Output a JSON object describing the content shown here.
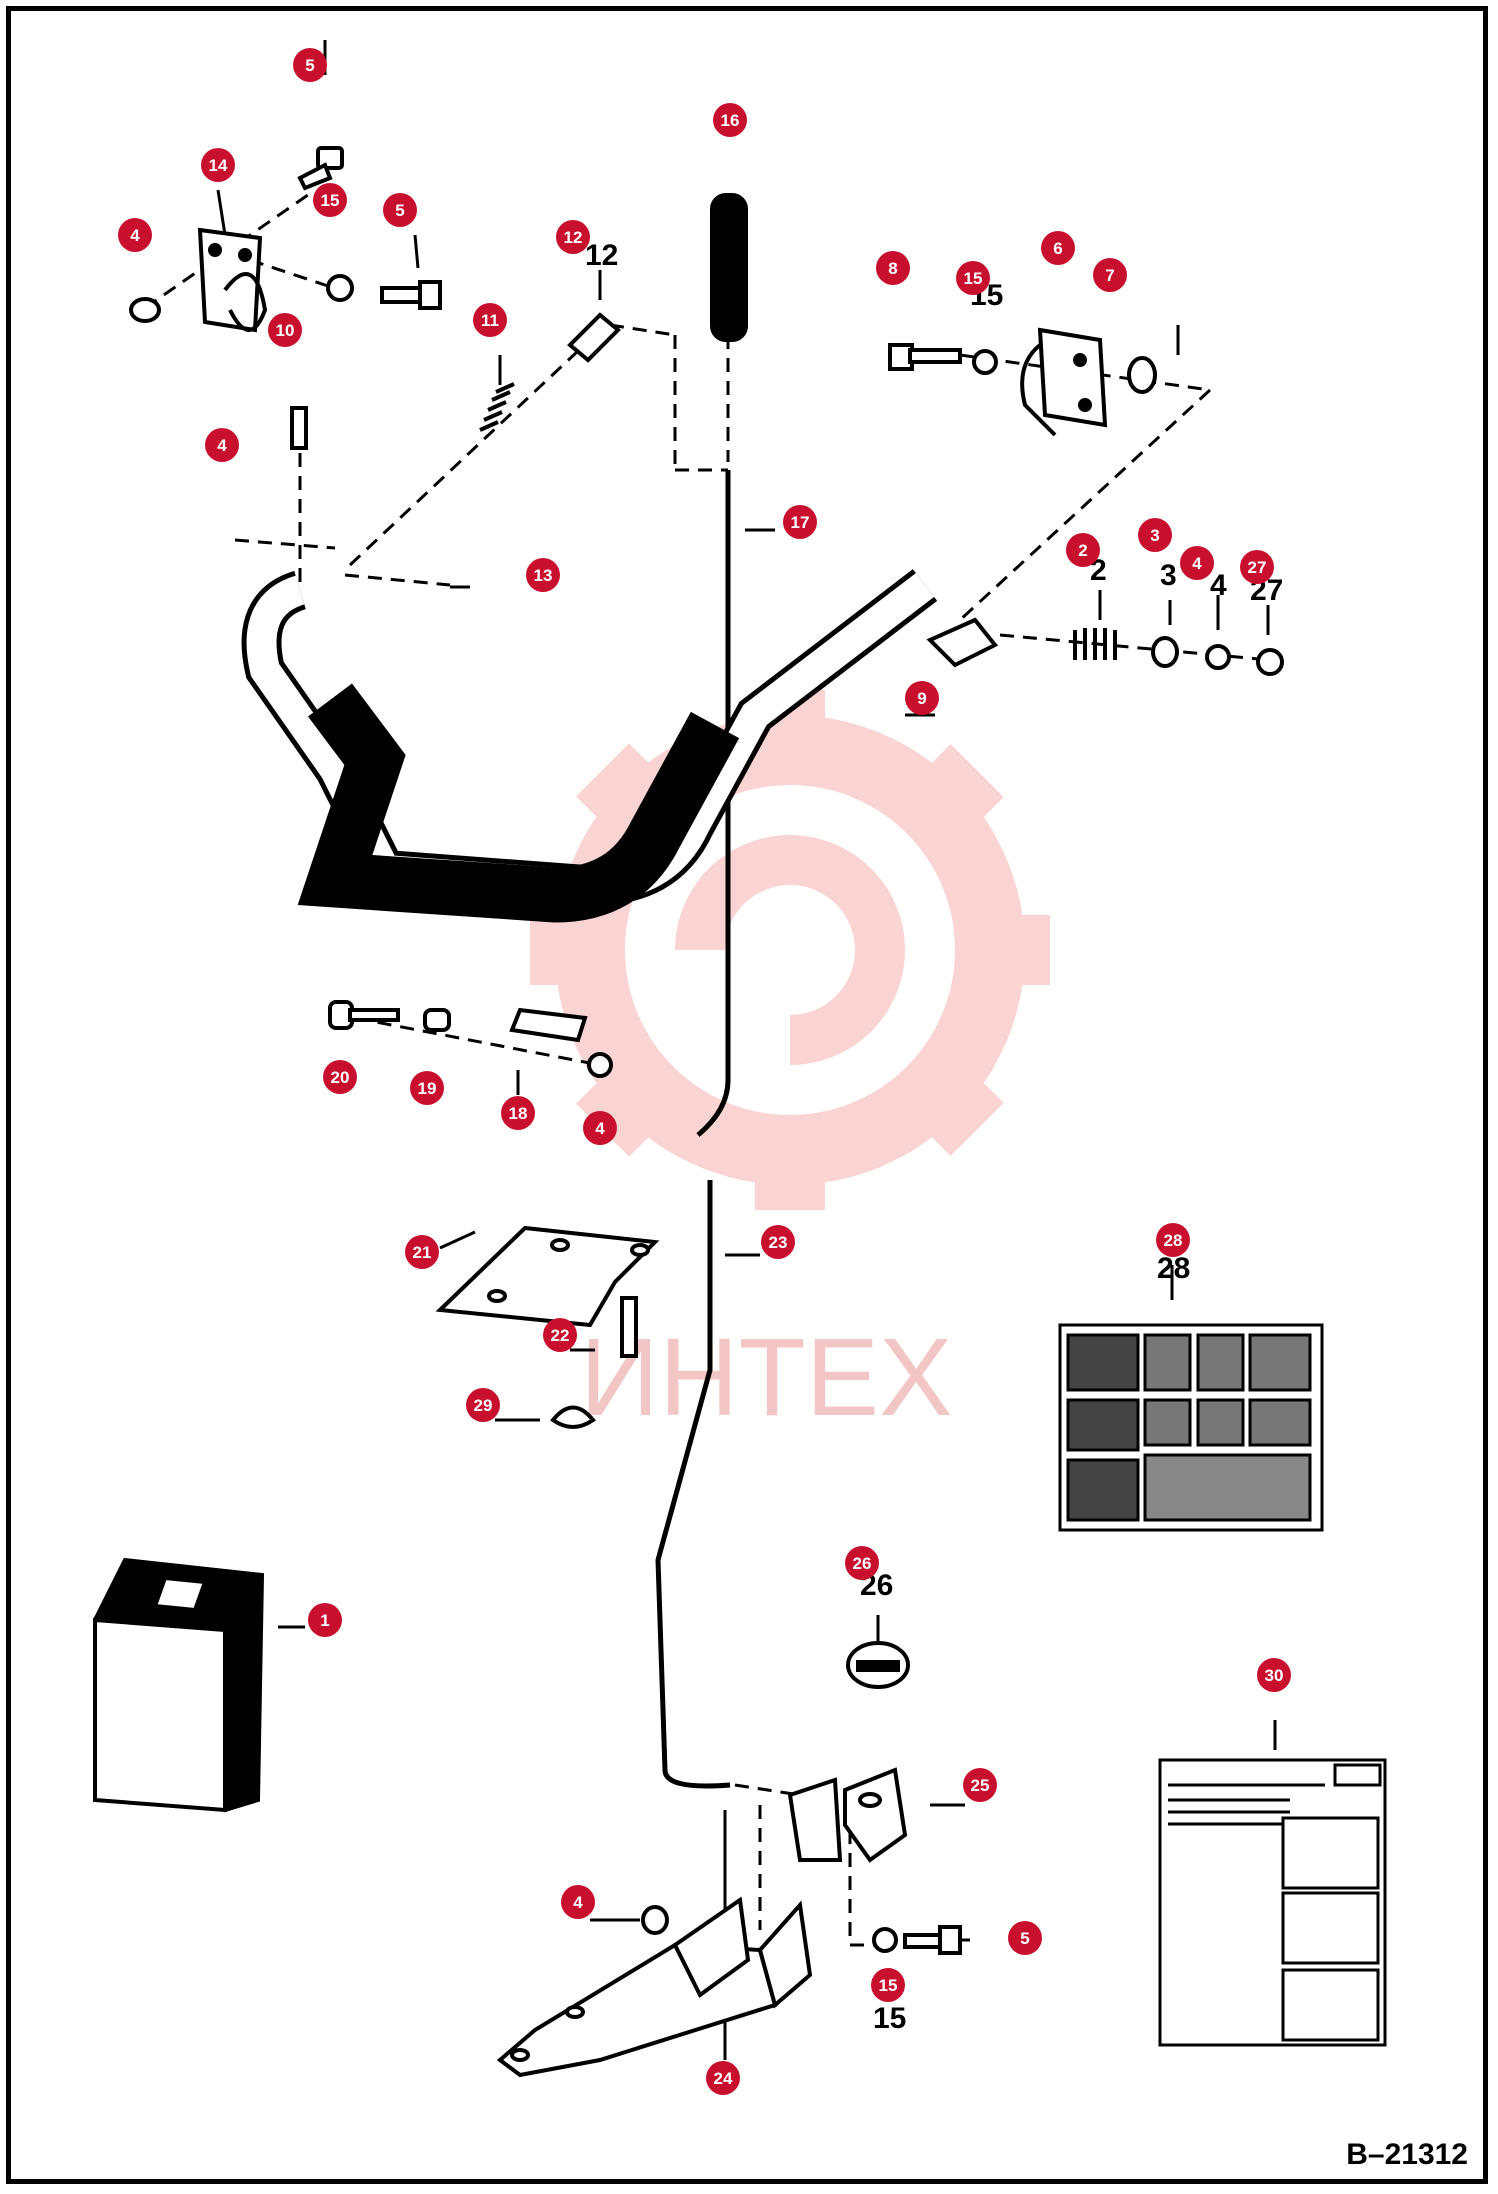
{
  "drawing_id": "B–21312",
  "watermark": "ИНТЕХ",
  "colors": {
    "callout": "#c8102e",
    "watermark": "#f6c8c8",
    "ink": "#000000"
  },
  "callouts": [
    "1",
    "2",
    "3",
    "4",
    "5",
    "6",
    "7",
    "8",
    "9",
    "10",
    "11",
    "12",
    "13",
    "14",
    "15",
    "16",
    "17",
    "18",
    "19",
    "20",
    "21",
    "22",
    "23",
    "24",
    "25",
    "26",
    "27",
    "28",
    "29",
    "30"
  ],
  "part_numbers": [
    "2",
    "3",
    "4",
    "12",
    "15",
    "26",
    "27",
    "28",
    "15"
  ]
}
